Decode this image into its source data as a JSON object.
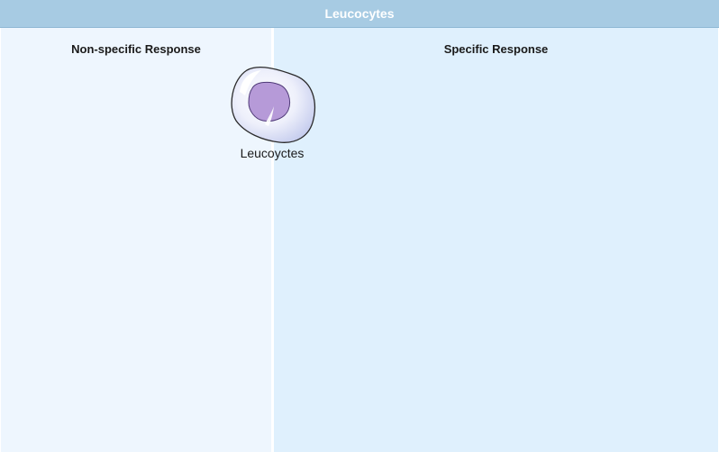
{
  "header": {
    "title": "Leucocytes"
  },
  "panels": {
    "left_heading": "Non-specific Response",
    "right_heading": "Specific Response"
  },
  "cell": {
    "label": "Leucoyctes",
    "icon": "leucocyte-cell-icon"
  },
  "colors": {
    "title_bar": "#a7cbe3",
    "left_panel": "#eef6fe",
    "right_panel": "#dff0fd",
    "nucleus": "#b69ad8"
  }
}
